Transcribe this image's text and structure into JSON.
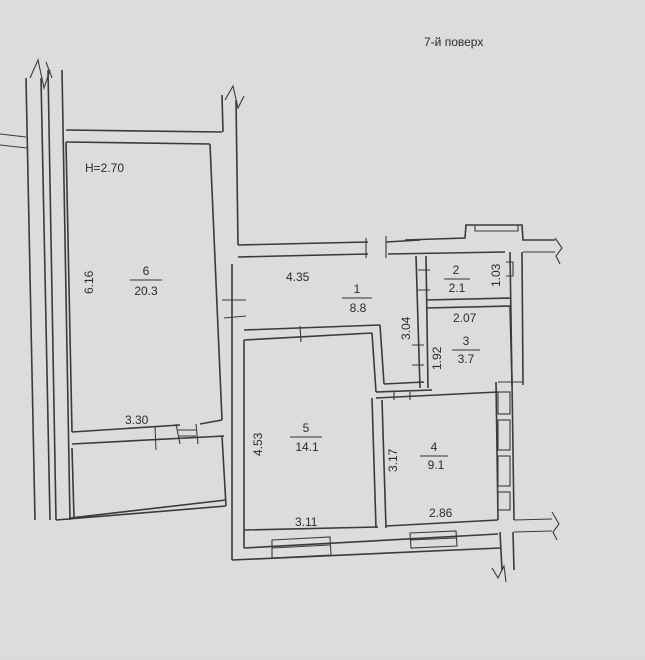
{
  "floor_title": "7-й поверх",
  "ceiling_height": "H=2.70",
  "rooms": [
    {
      "id": "6",
      "number": "6",
      "area": "20.3"
    },
    {
      "id": "1",
      "number": "1",
      "area": "8.8"
    },
    {
      "id": "2",
      "number": "2",
      "area": "2.1"
    },
    {
      "id": "3",
      "number": "3",
      "area": "3.7"
    },
    {
      "id": "5",
      "number": "5",
      "area": "14.1"
    },
    {
      "id": "4",
      "number": "4",
      "area": "9.1"
    }
  ],
  "dimensions": {
    "room6_height": "6.16",
    "room6_width": "3.30",
    "room1_width": "4.35",
    "room1_height": "3.04",
    "room2_height": "1.03",
    "room3_width": "2.07",
    "room3_height": "1.92",
    "room5_height": "4.53",
    "room5_width": "3.11",
    "room4_height": "3.17",
    "room4_width": "2.86"
  }
}
